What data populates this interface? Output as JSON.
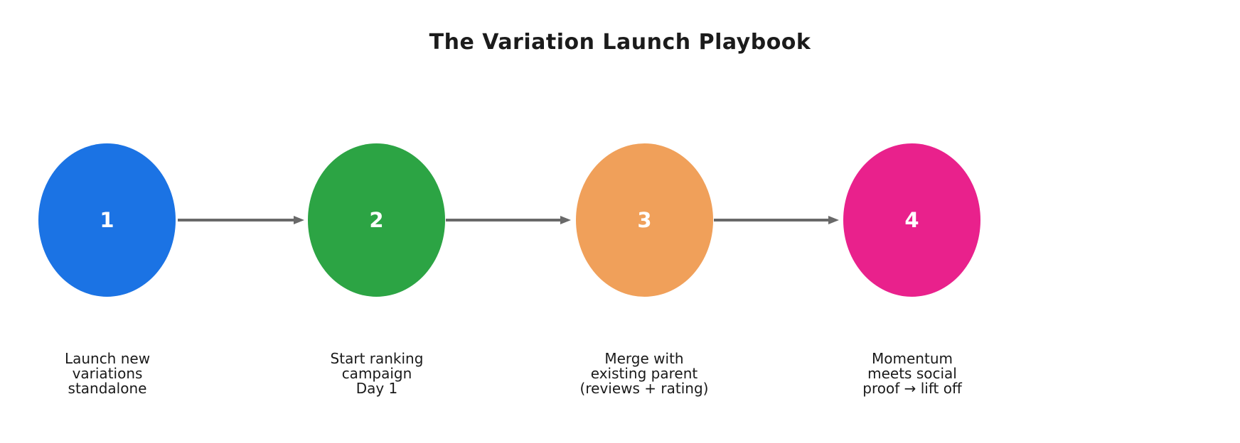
{
  "title": "The Variation Launch Playbook",
  "diagram": {
    "type": "horizontal-process-flow",
    "background": "#ffffff",
    "connector_color": "#696969",
    "text_color": "#1a1a1a",
    "steps": [
      {
        "number": "1",
        "label": "Launch new\nvariations\nstandalone",
        "color": "#1b73e4"
      },
      {
        "number": "2",
        "label": "Start ranking\ncampaign\nDay 1",
        "color": "#2ca444"
      },
      {
        "number": "3",
        "label": "Merge with\nexisting parent\n(reviews + rating)",
        "color": "#f0a05a"
      },
      {
        "number": "4",
        "label": "Momentum\nmeets social\nproof → lift off",
        "color": "#e9218c"
      }
    ]
  }
}
